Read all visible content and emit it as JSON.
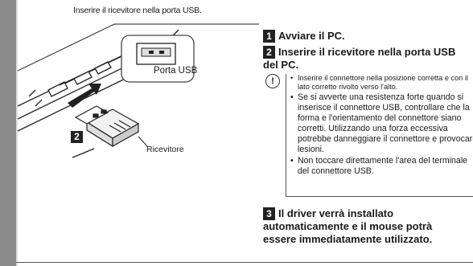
{
  "illustration": {
    "caption": "Inserire il ricevitore nella porta USB.",
    "usb_port_label": "Porta USB",
    "receiver_label": "Ricevitore",
    "step_badge": "2"
  },
  "steps": [
    {
      "num": "1",
      "text": "Avviare il PC."
    },
    {
      "num": "2",
      "text": "Inserire il ricevitore nella porta USB",
      "text_cont": "del PC."
    },
    {
      "num": "3",
      "text": "Il driver verrà installato",
      "text_cont": "automaticamente e il mouse potrà",
      "text_cont2": "essere immediatamente utilizzato."
    }
  ],
  "warning_icon": "caution-icon",
  "notes": [
    "Inserire il connettore nella posizione corretta e con il lato corretto rivolto verso l'alto.",
    "Se si avverte una resistenza forte quando si inserisce il connettore USB, controllare che la forma e l'orientamento del connettore siano corretti. Utilizzando una forza eccessiva potrebbe danneggiare il connettore e provocare lesioni.",
    "Non toccare direttamente l'area del terminale del connettore USB."
  ],
  "colors": {
    "sidebar": "#8c8c8c",
    "badge": "#222222"
  }
}
